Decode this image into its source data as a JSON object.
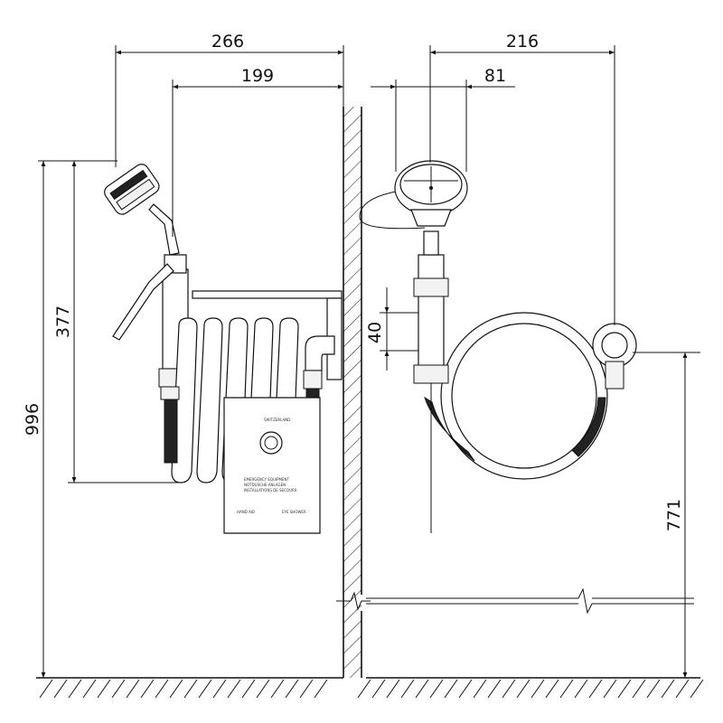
{
  "dimensions": {
    "side_total_width": "266",
    "side_outlet_offset": "199",
    "side_total_height": "996",
    "side_head_height": "377",
    "front_total_width": "216",
    "front_head_offset": "81",
    "front_bracket_height": "40",
    "front_mount_height": "771"
  },
  "plate": {
    "brand": "SWITZERLAND",
    "line1": "EMERGENCY EQUIPMENT",
    "line2": "NOTDUSCHE-ANLAGEN",
    "line3": "INSTALLATIONS DE SECOURS",
    "line4a": "HAND AID",
    "line4b": "EYE SHOWER"
  },
  "colors": {
    "line": "#111111",
    "fill_dark": "#222222",
    "background": "#ffffff"
  }
}
